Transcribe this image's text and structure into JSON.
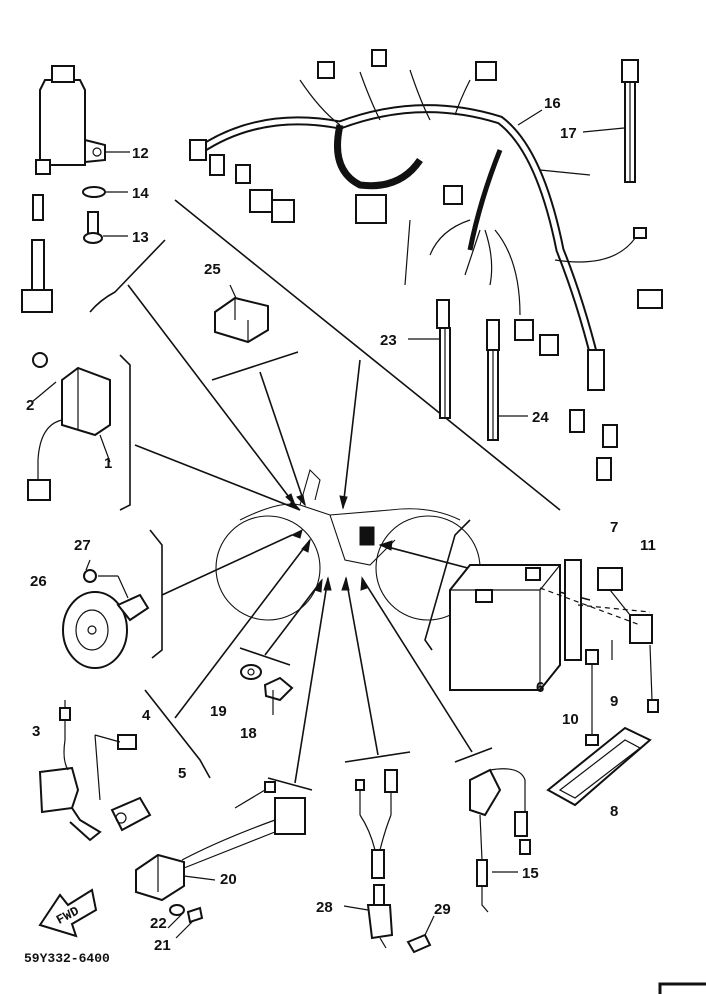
{
  "labels": {
    "l1": "1",
    "l2": "2",
    "l3": "3",
    "l4": "4",
    "l5": "5",
    "l6": "6",
    "l7": "7",
    "l8": "8",
    "l9": "9",
    "l10": "10",
    "l11": "11",
    "l12": "12",
    "l13": "13",
    "l14": "14",
    "l15": "15",
    "l16": "16",
    "l17": "17",
    "l18": "18",
    "l19": "19",
    "l20": "20",
    "l21": "21",
    "l22": "22",
    "l23": "23",
    "l24": "24",
    "l25": "25",
    "l26": "26",
    "l27": "27",
    "l28": "28",
    "l29": "29"
  },
  "part_code": "59Y332-6400",
  "fwd_badge": "FWD"
}
